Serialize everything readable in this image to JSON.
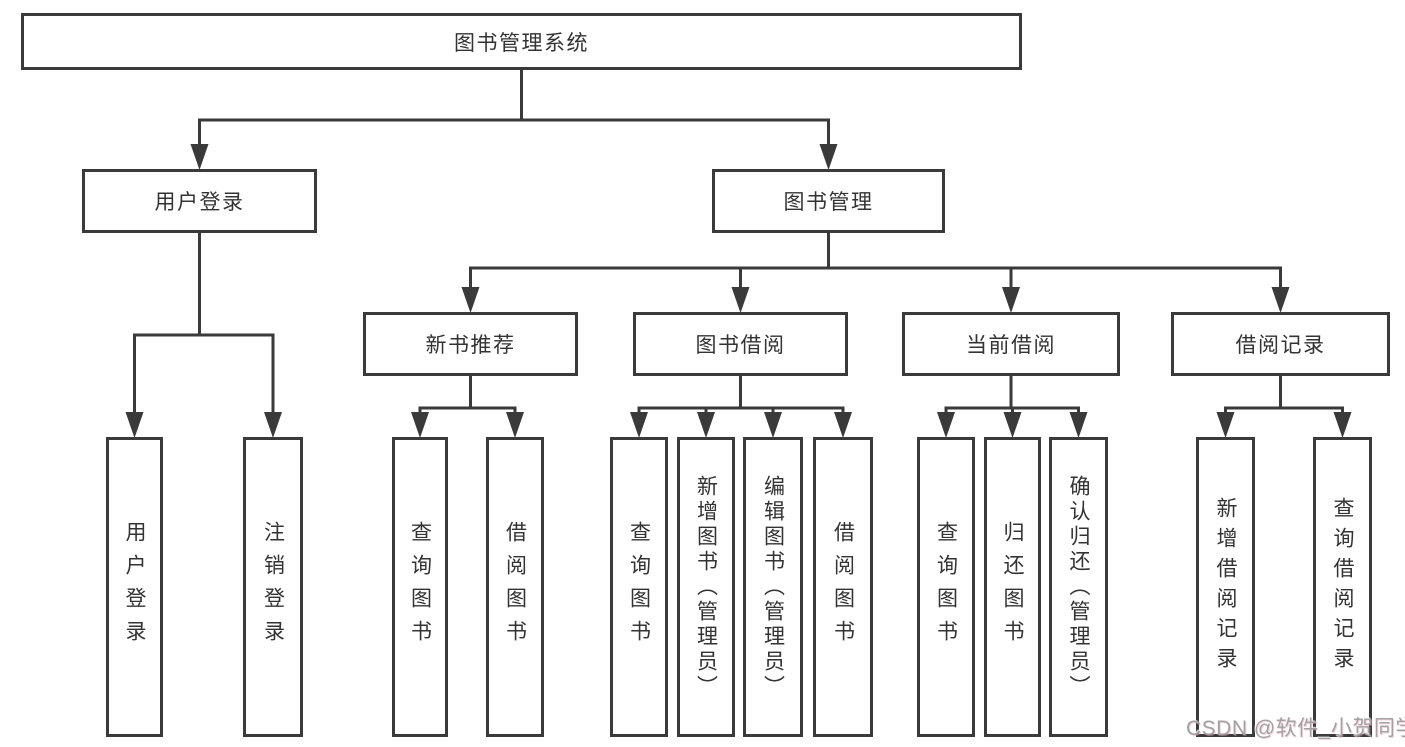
{
  "diagram": {
    "type": "hierarchy-tree",
    "root_label": "图书管理系统",
    "watermark": "CSDN @软件_小贺同学",
    "line_color": "#3a3a3a",
    "box_background": "#ffffff",
    "text_color": "#333333"
  },
  "nodes": [
    {
      "id": "root",
      "label": "图书管理系统",
      "level": 1,
      "orientation": "horizontal"
    },
    {
      "id": "user-login",
      "label": "用户登录",
      "level": 2,
      "orientation": "horizontal"
    },
    {
      "id": "book-mgmt",
      "label": "图书管理",
      "level": 2,
      "orientation": "horizontal"
    },
    {
      "id": "login-leaf",
      "label": "用户登录",
      "level": 3,
      "orientation": "vertical"
    },
    {
      "id": "logout-leaf",
      "label": "注销登录",
      "level": 3,
      "orientation": "vertical"
    },
    {
      "id": "new-book-rec",
      "label": "新书推荐",
      "level": 3,
      "orientation": "horizontal"
    },
    {
      "id": "book-borrow",
      "label": "图书借阅",
      "level": 3,
      "orientation": "horizontal"
    },
    {
      "id": "current-borrow",
      "label": "当前借阅",
      "level": 3,
      "orientation": "horizontal"
    },
    {
      "id": "borrow-records",
      "label": "借阅记录",
      "level": 3,
      "orientation": "horizontal"
    },
    {
      "id": "rec-query-book",
      "label": "查询图书",
      "level": 4,
      "orientation": "vertical"
    },
    {
      "id": "rec-borrow-book",
      "label": "借阅图书",
      "level": 4,
      "orientation": "vertical"
    },
    {
      "id": "bb-query-book",
      "label": "查询图书",
      "level": 4,
      "orientation": "vertical"
    },
    {
      "id": "bb-add-book",
      "label": "新增图书（管理员）",
      "level": 4,
      "orientation": "vertical"
    },
    {
      "id": "bb-edit-book",
      "label": "编辑图书（管理员）",
      "level": 4,
      "orientation": "vertical"
    },
    {
      "id": "bb-borrow-book",
      "label": "借阅图书",
      "level": 4,
      "orientation": "vertical"
    },
    {
      "id": "cb-query-book",
      "label": "查询图书",
      "level": 4,
      "orientation": "vertical"
    },
    {
      "id": "cb-return-book",
      "label": "归还图书",
      "level": 4,
      "orientation": "vertical"
    },
    {
      "id": "cb-confirm-return",
      "label": "确认归还（管理员）",
      "level": 4,
      "orientation": "vertical"
    },
    {
      "id": "br-add-record",
      "label": "新增借阅记录",
      "level": 4,
      "orientation": "vertical"
    },
    {
      "id": "br-query-record",
      "label": "查询借阅记录",
      "level": 4,
      "orientation": "vertical"
    }
  ],
  "edges": [
    {
      "from": "root",
      "to": [
        "user-login",
        "book-mgmt"
      ]
    },
    {
      "from": "user-login",
      "to": [
        "login-leaf",
        "logout-leaf"
      ]
    },
    {
      "from": "book-mgmt",
      "to": [
        "new-book-rec",
        "book-borrow",
        "current-borrow",
        "borrow-records"
      ]
    },
    {
      "from": "new-book-rec",
      "to": [
        "rec-query-book",
        "rec-borrow-book"
      ]
    },
    {
      "from": "book-borrow",
      "to": [
        "bb-query-book",
        "bb-add-book",
        "bb-edit-book",
        "bb-borrow-book"
      ]
    },
    {
      "from": "current-borrow",
      "to": [
        "cb-query-book",
        "cb-return-book",
        "cb-confirm-return"
      ]
    },
    {
      "from": "borrow-records",
      "to": [
        "br-add-record",
        "br-query-record"
      ]
    }
  ]
}
